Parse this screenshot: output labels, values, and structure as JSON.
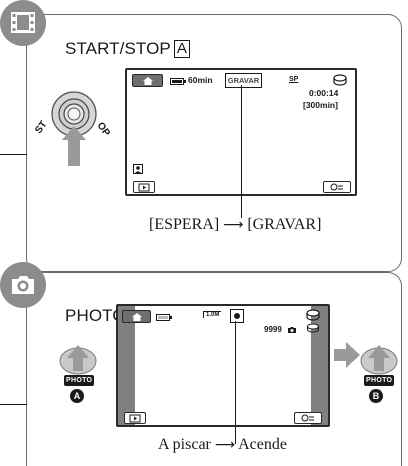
{
  "panel1": {
    "title": "START/STOP",
    "title_box": "A",
    "mode_icon": "film-icon",
    "lcd": {
      "battery_text": "60min",
      "gravar_label": "GRAVAR",
      "sp_label": "SP",
      "counter": "0:00:14",
      "remaining": "[300min]"
    },
    "button_label": "START/STOP",
    "caption_from": "[ESPERA]",
    "caption_to": "[GRAVAR]"
  },
  "panel2": {
    "title": "PHOTO",
    "mode_icon": "camera-icon",
    "lcd": {
      "size_label": "1.0M",
      "photo_count": "9999"
    },
    "left_button_label": "PHOTO",
    "left_letter": "A",
    "right_button_label": "PHOTO",
    "right_letter": "B",
    "caption_from": "A piscar",
    "caption_to": "Acende"
  },
  "colors": {
    "badge": "#8c8c8c",
    "arrow": "#9a9a9a",
    "lcd_frame": "#808080"
  }
}
